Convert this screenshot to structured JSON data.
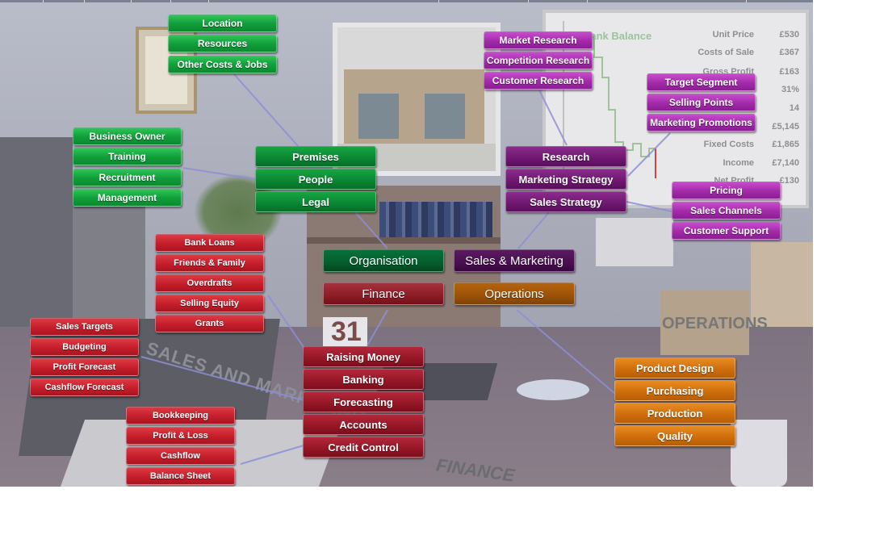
{
  "bank_board": {
    "title": "Bank Balance",
    "rows": [
      {
        "label": "Unit Price",
        "value": "£530"
      },
      {
        "label": "Costs of Sale",
        "value": "£367"
      },
      {
        "label": "Gross Profit",
        "value": "£163"
      },
      {
        "label": "",
        "value": "31%"
      },
      {
        "label": "",
        "value": "14"
      },
      {
        "label": "",
        "value": "£5,145"
      },
      {
        "label": "Fixed Costs",
        "value": "£1,865"
      },
      {
        "label": "Income",
        "value": "£7,140"
      },
      {
        "label": "Net Profit",
        "value": "£130"
      }
    ]
  },
  "scene_text": {
    "laptop": "SALES AND MARKETING",
    "paper": "FINANCE",
    "box": "OPERATIONS",
    "calendar": "31"
  },
  "colors": {
    "organisation": "#0a8a30",
    "sales_marketing": "#8b1e93",
    "finance": "#a9141f",
    "operations": "#b75e06"
  },
  "core": {
    "organisation": "Organisation",
    "sales_marketing": "Sales & Marketing",
    "finance": "Finance",
    "operations": "Operations"
  },
  "organisation": {
    "premises": "Premises",
    "people": "People",
    "legal": "Legal",
    "premises_items": [
      "Location",
      "Resources",
      "Other Costs & Jobs"
    ],
    "people_items": [
      "Business Owner",
      "Training",
      "Recruitment",
      "Management"
    ]
  },
  "sales_marketing": {
    "research": "Research",
    "marketing_strategy": "Marketing Strategy",
    "sales_strategy": "Sales Strategy",
    "research_items": [
      "Market Research",
      "Competition Research",
      "Customer Research"
    ],
    "marketing_items": [
      "Target Segment",
      "Selling Points",
      "Marketing Promotions"
    ],
    "sales_items": [
      "Pricing",
      "Sales Channels",
      "Customer Support"
    ]
  },
  "finance": {
    "raising_money": "Raising Money",
    "banking": "Banking",
    "forecasting": "Forecasting",
    "accounts": "Accounts",
    "credit_control": "Credit Control",
    "raising_items": [
      "Bank Loans",
      "Friends & Family",
      "Overdrafts",
      "Selling Equity",
      "Grants"
    ],
    "forecasting_items": [
      "Sales Targets",
      "Budgeting",
      "Profit Forecast",
      "Cashflow Forecast"
    ],
    "accounts_items": [
      "Bookkeeping",
      "Profit & Loss",
      "Cashflow",
      "Balance Sheet"
    ]
  },
  "operations": {
    "items": [
      "Product Design",
      "Purchasing",
      "Production",
      "Quality"
    ]
  }
}
